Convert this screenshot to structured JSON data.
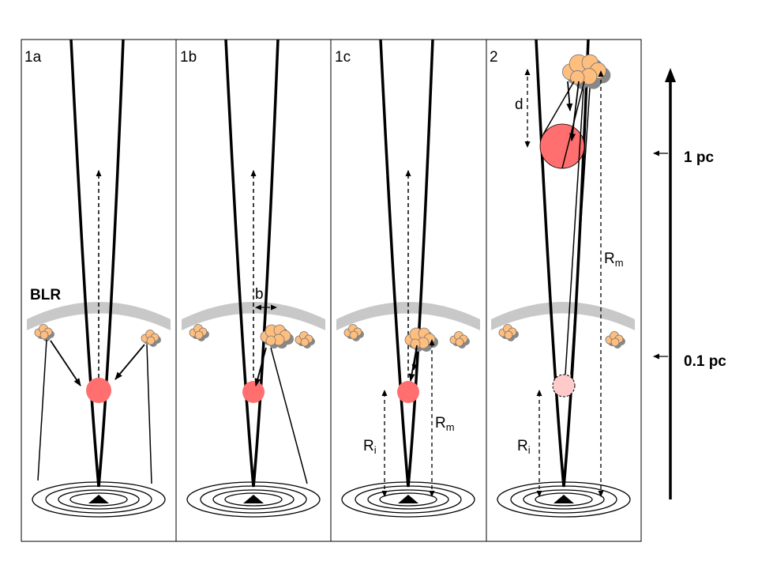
{
  "panels": [
    {
      "label": "1a"
    },
    {
      "label": "1b"
    },
    {
      "label": "1c"
    },
    {
      "label": "2"
    }
  ],
  "labels": {
    "blr": "BLR",
    "b": "b",
    "d": "d",
    "rm_main": "R",
    "rm_sub": "m",
    "ri_main": "R",
    "ri_sub": "i"
  },
  "scale": {
    "pc1": "1 pc",
    "pc01": "0.1 pc"
  },
  "colors": {
    "blob": "#ff6f6f",
    "blob_faded": "#ffcaca",
    "cloud": "#ffbe7e",
    "cloud_shadow": "#888888",
    "blr_band": "#c8c8c8",
    "line": "#000000"
  }
}
